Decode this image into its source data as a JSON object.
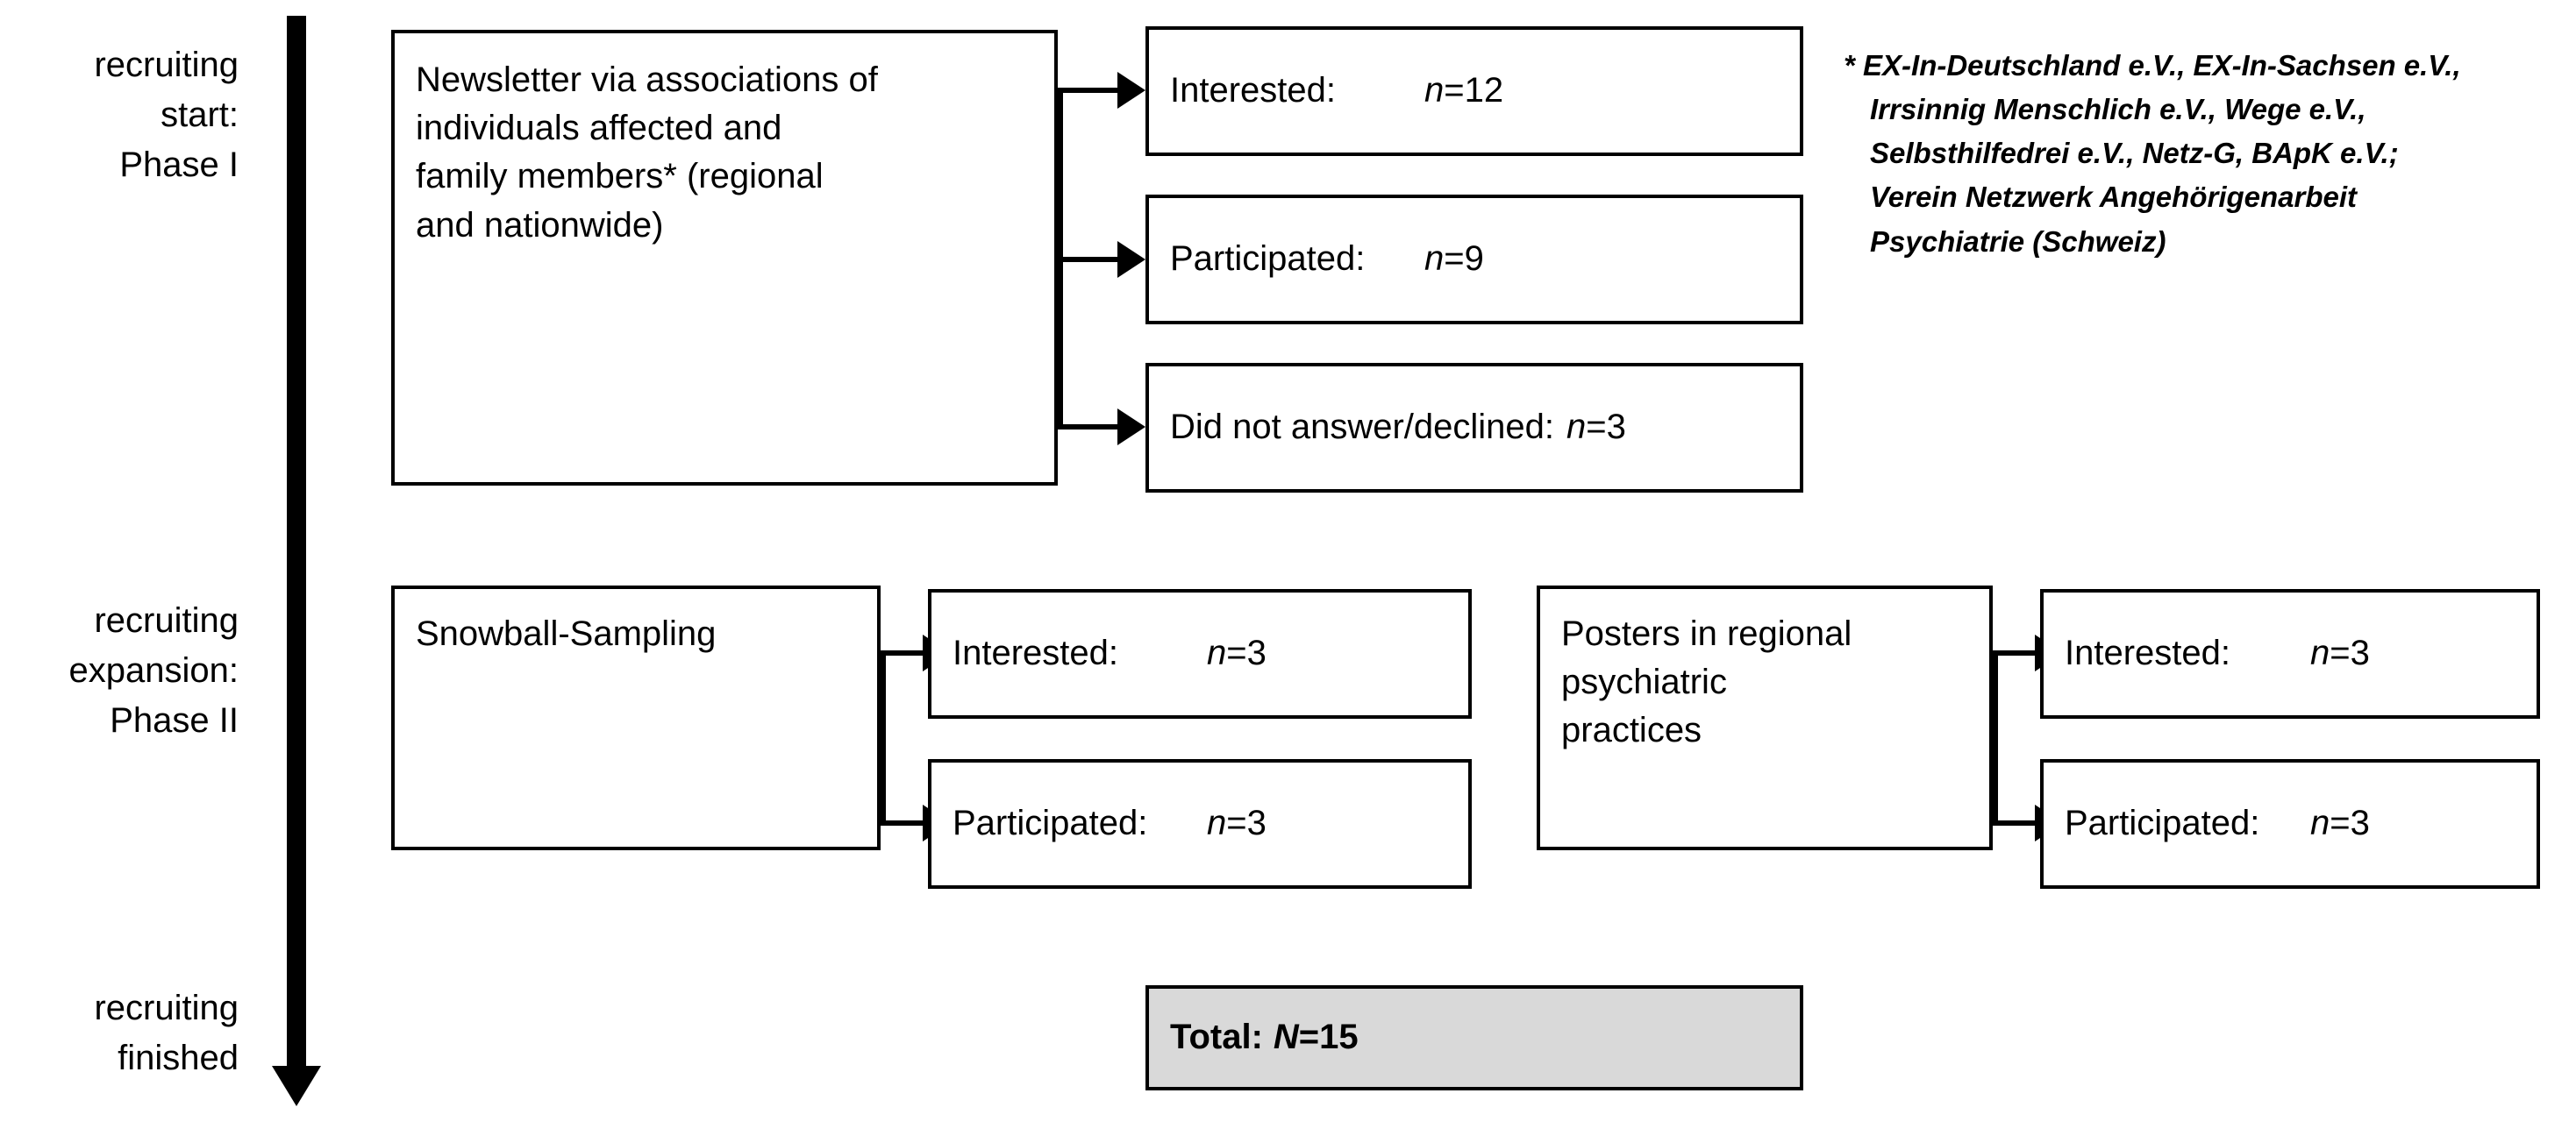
{
  "figure": {
    "type": "flowchart",
    "title": "Recruitment flow diagram",
    "colors": {
      "stroke": "#000000",
      "background": "#ffffff",
      "total_box_fill": "#d9d9d9"
    }
  },
  "timeline": {
    "phases": [
      {
        "id": "start",
        "lines": [
          "recruiting",
          "start:",
          "Phase I"
        ]
      },
      {
        "id": "expansion",
        "lines": [
          "recruiting",
          "expansion:",
          "Phase II"
        ]
      },
      {
        "id": "finished",
        "lines": [
          "recruiting",
          "finished"
        ]
      }
    ]
  },
  "phase1": {
    "source": {
      "lines": [
        "Newsletter via associations of",
        "individuals affected and",
        "family members* (regional",
        "and nationwide)"
      ]
    },
    "outcomes": [
      {
        "label": "Interested:",
        "value_prefix": "n",
        "value": "=12",
        "value_text": "n=12"
      },
      {
        "label": "Participated:",
        "value_prefix": "n",
        "value": "=9",
        "value_text": "n=9"
      }
    ],
    "declined": {
      "label": "Did not answer/declined:",
      "value_prefix": "n",
      "value": "=3",
      "value_text": "n=3"
    }
  },
  "phase2": {
    "branches": [
      {
        "source": {
          "lines": [
            "Snowball-Sampling"
          ]
        },
        "outcomes": [
          {
            "label": "Interested:",
            "value_prefix": "n",
            "value": "=3",
            "value_text": "n=3"
          },
          {
            "label": "Participated:",
            "value_prefix": "n",
            "value": "=3",
            "value_text": "n=3"
          }
        ]
      },
      {
        "source": {
          "lines": [
            "Posters in regional",
            "psychiatric",
            "practices"
          ]
        },
        "outcomes": [
          {
            "label": "Interested:",
            "value_prefix": "n",
            "value": "=3",
            "value_text": "n=3"
          },
          {
            "label": "Participated:",
            "value_prefix": "n",
            "value": "=3",
            "value_text": "n=3"
          }
        ]
      }
    ]
  },
  "total": {
    "label": "Total:",
    "value_prefix": "N",
    "value": "=15",
    "value_text": "Total: N=15"
  },
  "footnote": {
    "marker": "*",
    "lines": [
      "* EX-In-Deutschland e.V., EX-In-Sachsen e.V.,",
      "Irrsinnig Menschlich e.V., Wege e.V.,",
      "Selbsthilfedrei e.V., Netz-G, BApK e.V.;",
      "Verein Netzwerk Angehörigenarbeit",
      "Psychiatrie (Schweiz)"
    ]
  }
}
